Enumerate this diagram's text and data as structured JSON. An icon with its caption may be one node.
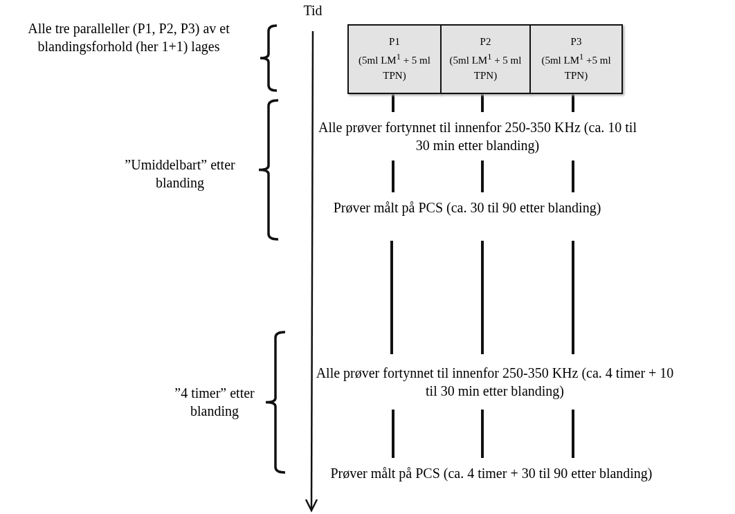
{
  "diagram": {
    "nodes": [
      {
        "text": [
          "P1",
          "(5ml LM$^{1}$ + 5 ml TPN)"
        ]
      },
      {
        "text": [
          "P2",
          "(5ml LM$^{1}$ + 5 ml TPN)"
        ]
      },
      {
        "text": [
          "P3",
          "(5ml LM$^{1}$ +5 ml TPN)"
        ]
      },
      {
        "text": [
          "Alle prøver fortynnet til innenfor 250-350 KHz (ca. 10 til 30 min etter blanding)"
        ]
      },
      {
        "text": [
          "Prøver målt på PCS (ca. 30 til 90 etter blanding)"
        ]
      },
      {
        "text": [
          "Alle prøver fortynnet til innenfor 250-350 KHz (ca. 4 timer + 10 til 30 min etter blanding)"
        ]
      },
      {
        "text": [
          "Prøver målt på PCS (ca. 4 timer + 30 til 90 etter blanding)"
        ]
      }
    ],
    "edges": [
      {
        "from": 0,
        "to": 3,
        "arrow": "none"
      },
      {
        "from": 1,
        "to": 3,
        "arrow": "none"
      },
      {
        "from": 2,
        "to": 3,
        "arrow": "none"
      },
      {
        "from": 3,
        "to": 4,
        "arrow": "none"
      },
      {
        "from": 3,
        "to": 4,
        "arrow": "none"
      },
      {
        "from": 3,
        "to": 4,
        "arrow": "none"
      },
      {
        "from": 4,
        "to": 5,
        "arrow": "none"
      },
      {
        "from": 4,
        "to": 5,
        "arrow": "none"
      },
      {
        "from": 4,
        "to": 5,
        "arrow": "none"
      },
      {
        "from": 5,
        "to": 6,
        "arrow": "none"
      },
      {
        "from": 5,
        "to": 6,
        "arrow": "none"
      },
      {
        "from": 5,
        "to": 6,
        "arrow": "none"
      }
    ],
    "labels": [
      "Tid",
      "Alle tre paralleller (P1, P2, P3) av et blandingsforhold (her 1+1) lages",
      "”Umiddelbart” etter blanding",
      "”4 timer” etter blanding"
    ]
  }
}
